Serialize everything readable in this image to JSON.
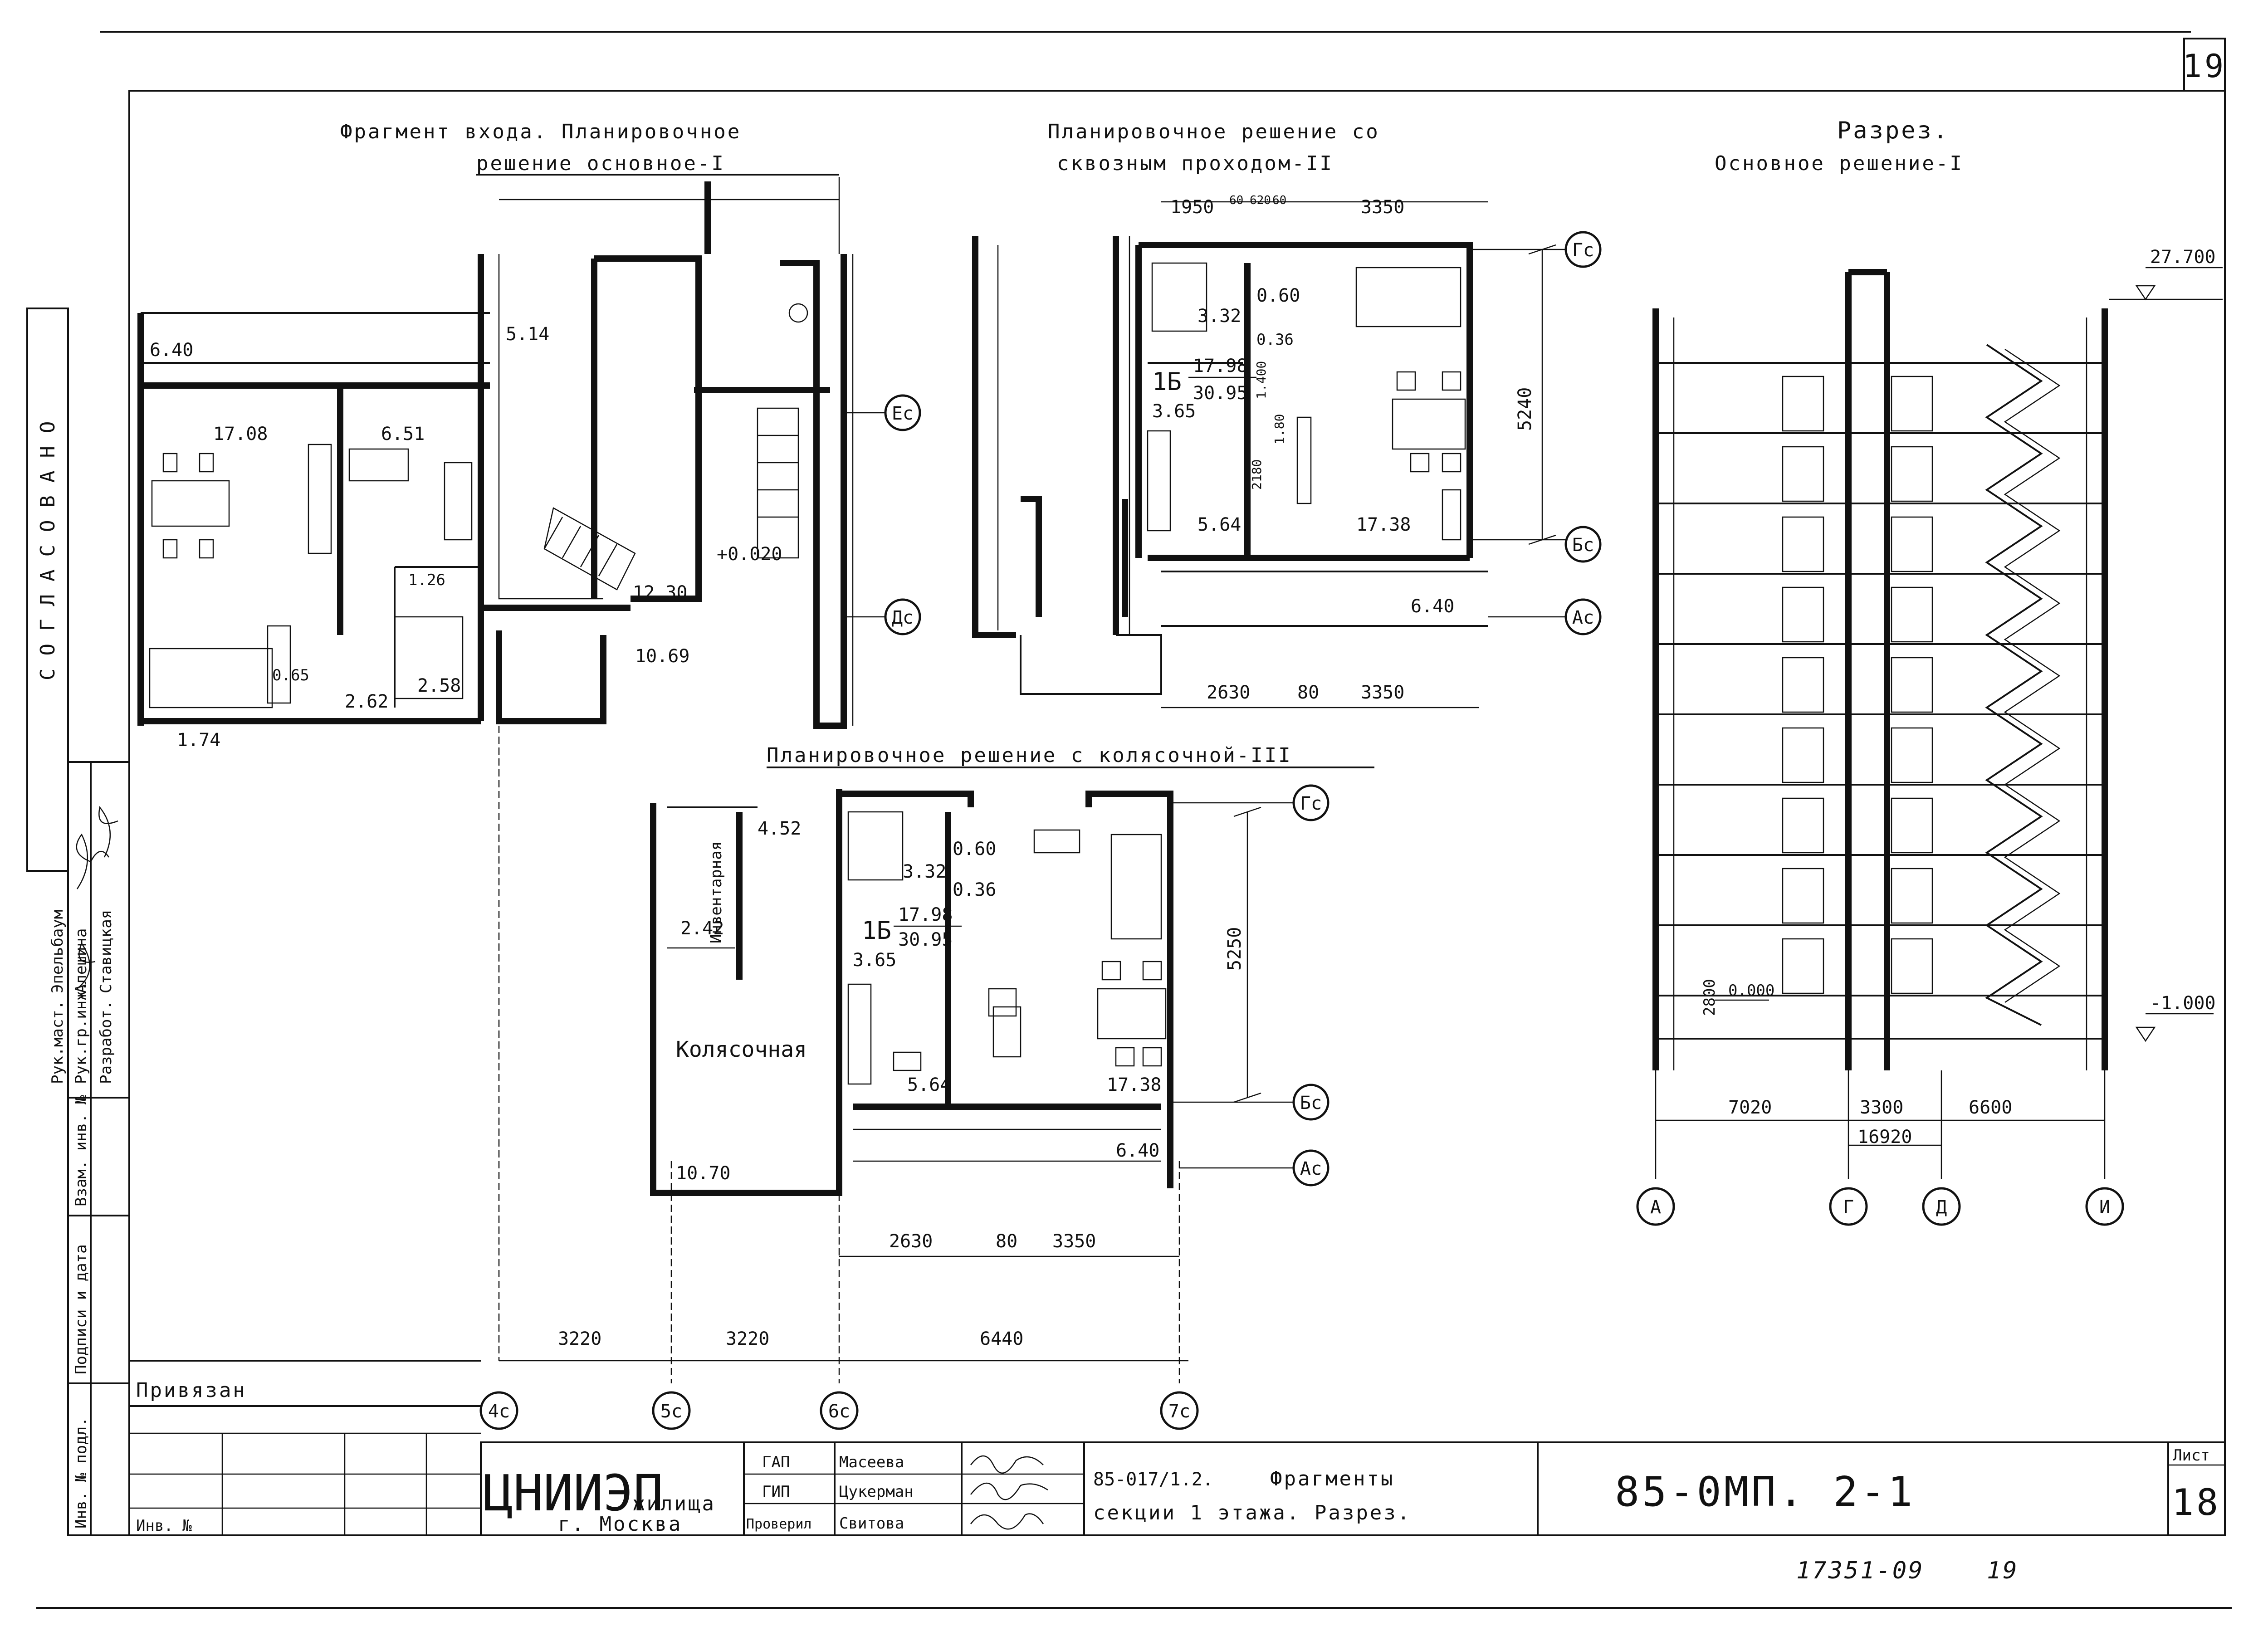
{
  "sheet_no_top": "19",
  "sheet_number": "18",
  "sheet_label": "Лист",
  "stamp_vertical": "СОГЛАСОВАНО",
  "titles": {
    "plan1_line1": "Фрагмент входа. Планировочное",
    "plan1_line2": "решение основное-I",
    "plan2_line1": "Планировочное решение со",
    "plan2_line2": "сквозным проходом-II",
    "plan3": "Планировочное решение с колясочной-III",
    "section_line1": "Разрез.",
    "section_line2": "Основное решение-I"
  },
  "plan1": {
    "areas": [
      "6.40",
      "17.08",
      "6.51",
      "5.14",
      "1.26",
      "2.58",
      "0.65",
      "2.62",
      "1.74",
      "12.30",
      "10.69"
    ],
    "level": "+0.020",
    "axes": [
      "Ес",
      "Дс"
    ]
  },
  "plan2": {
    "dims_top": [
      "1950",
      "60",
      "620",
      "60",
      "3350"
    ],
    "dims_bottom": [
      "2630",
      "80",
      "3350"
    ],
    "height_dim": "5240",
    "areas": [
      "0.60",
      "3.32",
      "0.36",
      "1.400",
      "1.80",
      "1Б",
      "17.98",
      "30.95",
      "3.65",
      "2180",
      "5.64",
      "17.38",
      "6.40"
    ],
    "axes": [
      "Гс",
      "Бс",
      "Ас"
    ]
  },
  "plan3": {
    "areas": [
      "4.52",
      "2.42",
      "Инвентарная",
      "3.32",
      "0.60",
      "0.36",
      "1Б",
      "17.98",
      "30.95",
      "3.65",
      "5.64",
      "17.38",
      "6.40",
      "10.70"
    ],
    "room_name": "Колясочная",
    "height_dim": "5250",
    "dims_bottom": [
      "2630",
      "80",
      "3350"
    ],
    "axes": [
      "Гс",
      "Бс",
      "Ас"
    ]
  },
  "bottom_dims": [
    "3220",
    "3220",
    "6440"
  ],
  "bottom_axes": [
    "4с",
    "5с",
    "6с",
    "7с"
  ],
  "section": {
    "top_level": "27.700",
    "zero_level": "0.000",
    "bottom_level": "-1.000",
    "floor_height": "2800",
    "dims": [
      "7020",
      "3300",
      "6600"
    ],
    "total": "16920",
    "axes": [
      "А",
      "Г",
      "Д",
      "И"
    ]
  },
  "side_stamp": {
    "rows": [
      {
        "role": "Рук.маст.",
        "name": "Эпельбаум"
      },
      {
        "role": "Рук.гр.инж.",
        "name": "Алешина"
      },
      {
        "role": "Разработ.",
        "name": "Ставицкая"
      }
    ],
    "columns": [
      "Взам. инв. №",
      "Подписи и дата",
      "Инв. № подл."
    ]
  },
  "title_block": {
    "privyazan": "Привязан",
    "inv": "Инв. №",
    "org_main": "ЦНИИЭП",
    "org_sub": "жилища",
    "org_city": "г. Москва",
    "staff": [
      {
        "role": "ГАП",
        "name": "Масеева"
      },
      {
        "role": "ГИП",
        "name": "Цукерман"
      },
      {
        "role": "Проверил",
        "name": "Свитова"
      }
    ],
    "project_code": "85-017/1.2.",
    "title_line1": "Фрагменты",
    "title_line2": "секции 1 этажа. Разрез.",
    "doc_code": "85-0МП. 2-1"
  },
  "handwritten_footer": {
    "code": "17351-09",
    "page": "19"
  }
}
